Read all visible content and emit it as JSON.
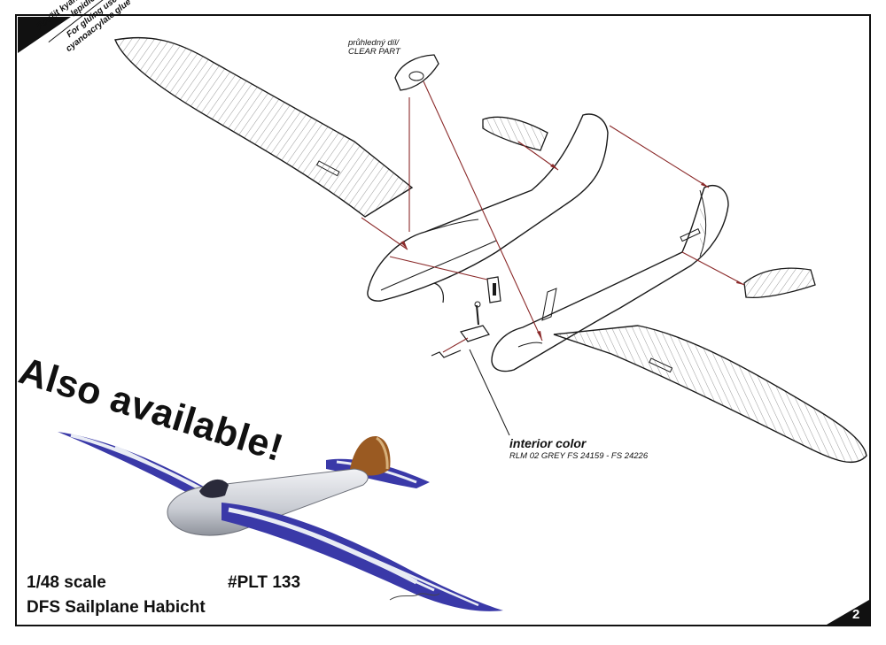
{
  "glue_note": {
    "czech": "Použit kyanoakrylátové lepidlo",
    "english": "For gluing use cyanoacrylate glue"
  },
  "clear_part_label": {
    "czech": "průhledný díl/",
    "english": "CLEAR PART"
  },
  "interior": {
    "heading": "interior color",
    "spec": "RLM 02 GREY FS 24159 - FS 24226"
  },
  "promo": {
    "headline": "Also available!",
    "scale": "1/48 scale",
    "code": "#PLT 133",
    "model": "DFS Sailplane Habicht"
  },
  "page_number": "2",
  "colors": {
    "line": "#1a1a1a",
    "arrow": "#8b2a2a",
    "glider_blue": "#3a39a8",
    "glider_silver": "#c9ccd3",
    "rudder_wood": "#9a5a22"
  }
}
